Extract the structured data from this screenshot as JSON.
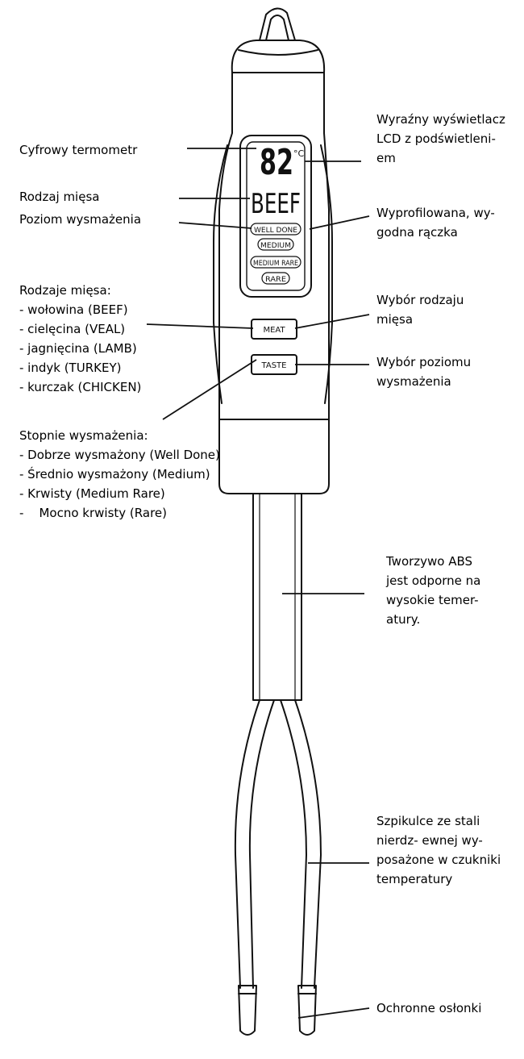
{
  "device": {
    "lcd": {
      "temperature": "82",
      "unit": "°C",
      "meat": "BEEF",
      "levels": [
        "WELL DONE",
        "MEDIUM",
        "MEDIUM RARE",
        "RARE"
      ]
    },
    "buttons": {
      "meat": "MEAT",
      "taste": "TASTE"
    }
  },
  "labels": {
    "left": {
      "thermometer": "Cyfrowy termometr",
      "meat_type": "Rodzaj mięsa",
      "doneness_level": "Poziom wysmażenia",
      "meat_types": {
        "title": "Rodzaje mięsa:",
        "items": [
          "- wołowina (BEEF)",
          "- cielęcina (VEAL)",
          "- jagnięcina (LAMB)",
          "- indyk (TURKEY)",
          "- kurczak (CHICKEN)"
        ]
      },
      "doneness_degrees": {
        "title": "Stopnie wysmażenia:",
        "items": [
          "- Dobrze wysmażony (Well Done)",
          "- Średnio wysmażony (Medium)",
          "- Krwisty (Medium Rare)",
          "-    Mocno krwisty (Rare)"
        ]
      }
    },
    "right": {
      "lcd": [
        "Wyraźny wyświetlacz",
        "LCD z podświetleni-",
        "em"
      ],
      "handle": [
        "Wyprofilowana, wy-",
        "godna rączka"
      ],
      "meat_button": [
        "Wybór rodzaju",
        "mięsa"
      ],
      "taste_button": [
        "Wybór poziomu",
        "wysmażenia"
      ],
      "abs": [
        "Tworzywo ABS",
        "jest odporne na",
        "wysokie temer-",
        "atury."
      ],
      "prongs": [
        "Szpikulce ze stali",
        "nierdz- ewnej wy-",
        "posażone w czukniki",
        "temperatury"
      ],
      "caps": [
        "Ochronne osłonki"
      ]
    }
  }
}
